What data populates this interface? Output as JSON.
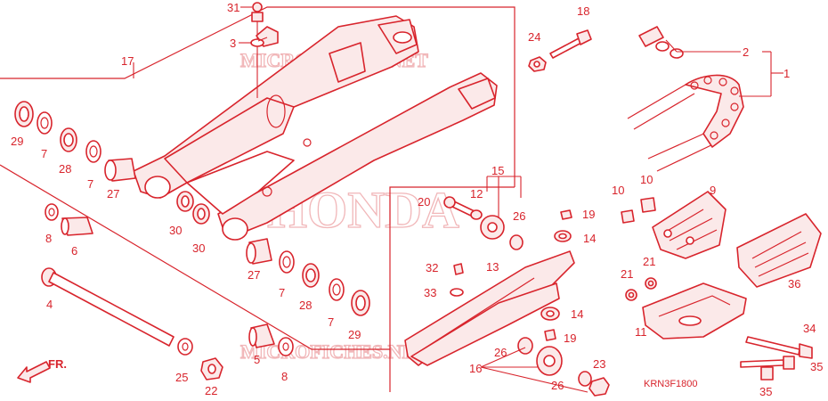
{
  "diagram": {
    "code": "KRN3F1800",
    "direction_label": "FR.",
    "watermark_brand": "HONDA",
    "watermark_site_top": "MICROFICHES.NET",
    "watermark_site_bottom": "MICROFICHES.NET",
    "callouts": [
      {
        "id": "c1",
        "label": "1"
      },
      {
        "id": "c2",
        "label": "2"
      },
      {
        "id": "c3",
        "label": "3"
      },
      {
        "id": "c4",
        "label": "4"
      },
      {
        "id": "c5",
        "label": "5"
      },
      {
        "id": "c6",
        "label": "6"
      },
      {
        "id": "c7a",
        "label": "7"
      },
      {
        "id": "c7b",
        "label": "7"
      },
      {
        "id": "c7c",
        "label": "7"
      },
      {
        "id": "c7d",
        "label": "7"
      },
      {
        "id": "c8a",
        "label": "8"
      },
      {
        "id": "c8b",
        "label": "8"
      },
      {
        "id": "c9",
        "label": "9"
      },
      {
        "id": "c10a",
        "label": "10"
      },
      {
        "id": "c10b",
        "label": "10"
      },
      {
        "id": "c11",
        "label": "11"
      },
      {
        "id": "c12",
        "label": "12"
      },
      {
        "id": "c13",
        "label": "13"
      },
      {
        "id": "c14a",
        "label": "14"
      },
      {
        "id": "c14b",
        "label": "14"
      },
      {
        "id": "c15",
        "label": "15"
      },
      {
        "id": "c16",
        "label": "16"
      },
      {
        "id": "c17",
        "label": "17"
      },
      {
        "id": "c18",
        "label": "18"
      },
      {
        "id": "c19a",
        "label": "19"
      },
      {
        "id": "c19b",
        "label": "19"
      },
      {
        "id": "c20",
        "label": "20"
      },
      {
        "id": "c21a",
        "label": "21"
      },
      {
        "id": "c21b",
        "label": "21"
      },
      {
        "id": "c22",
        "label": "22"
      },
      {
        "id": "c23",
        "label": "23"
      },
      {
        "id": "c24",
        "label": "24"
      },
      {
        "id": "c25",
        "label": "25"
      },
      {
        "id": "c26a",
        "label": "26"
      },
      {
        "id": "c26b",
        "label": "26"
      },
      {
        "id": "c26c",
        "label": "26"
      },
      {
        "id": "c27a",
        "label": "27"
      },
      {
        "id": "c27b",
        "label": "27"
      },
      {
        "id": "c28a",
        "label": "28"
      },
      {
        "id": "c28b",
        "label": "28"
      },
      {
        "id": "c29a",
        "label": "29"
      },
      {
        "id": "c29b",
        "label": "29"
      },
      {
        "id": "c30a",
        "label": "30"
      },
      {
        "id": "c30b",
        "label": "30"
      },
      {
        "id": "c31",
        "label": "31"
      },
      {
        "id": "c32",
        "label": "32"
      },
      {
        "id": "c33",
        "label": "33"
      },
      {
        "id": "c34",
        "label": "34"
      },
      {
        "id": "c35a",
        "label": "35"
      },
      {
        "id": "c35b",
        "label": "35"
      },
      {
        "id": "c36",
        "label": "36"
      }
    ]
  }
}
